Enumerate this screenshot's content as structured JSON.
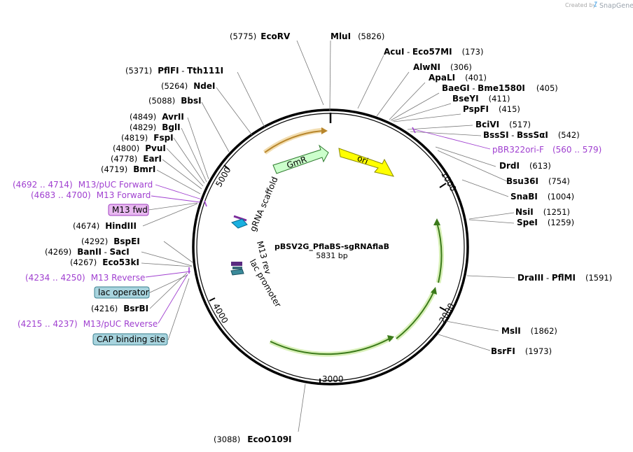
{
  "app": {
    "credit_prefix": "Created by",
    "credit_brand": "SnapGene"
  },
  "plasmid": {
    "name": "pBSV2G_PflaBS-sgRNAflaB",
    "size": "5831 bp"
  },
  "ticks": [
    "1000",
    "2000",
    "3000",
    "4000",
    "5000"
  ],
  "enzymes": [
    {
      "name": "EcoRV",
      "pos": "(5775)"
    },
    {
      "name": "MluI",
      "pos": "(5826)"
    },
    {
      "name": "AcuI",
      "name2": "Eco57MI",
      "pos": "(173)"
    },
    {
      "name": "AlwNI",
      "pos": "(306)"
    },
    {
      "name": "ApaLI",
      "pos": "(401)"
    },
    {
      "name": "BaeGI",
      "name2": "Bme1580I",
      "pos": "(405)"
    },
    {
      "name": "BseYI",
      "pos": "(411)"
    },
    {
      "name": "PspFI",
      "pos": "(415)"
    },
    {
      "name": "BciVI",
      "pos": "(517)"
    },
    {
      "name": "BssSI",
      "name2": "BssSαI",
      "pos": "(542)"
    },
    {
      "name": "DrdI",
      "pos": "(613)"
    },
    {
      "name": "Bsu36I",
      "pos": "(754)"
    },
    {
      "name": "SnaBI",
      "pos": "(1004)"
    },
    {
      "name": "NsiI",
      "pos": "(1251)"
    },
    {
      "name": "SpeI",
      "pos": "(1259)"
    },
    {
      "name": "DraIII",
      "name2": "PflMI",
      "pos": "(1591)"
    },
    {
      "name": "MslI",
      "pos": "(1862)"
    },
    {
      "name": "BsrFI",
      "pos": "(1973)"
    },
    {
      "name": "EcoO109I",
      "pos": "(3088)"
    },
    {
      "name": "PflFI",
      "name2": "Tth111I",
      "pos": "(5371)"
    },
    {
      "name": "NdeI",
      "pos": "(5264)"
    },
    {
      "name": "BbsI",
      "pos": "(5088)"
    },
    {
      "name": "AvrII",
      "pos": "(4849)"
    },
    {
      "name": "BglI",
      "pos": "(4829)"
    },
    {
      "name": "FspI",
      "pos": "(4819)"
    },
    {
      "name": "PvuI",
      "pos": "(4800)"
    },
    {
      "name": "EarI",
      "pos": "(4778)"
    },
    {
      "name": "BmrI",
      "pos": "(4719)"
    },
    {
      "name": "HindIII",
      "pos": "(4674)"
    },
    {
      "name": "BspEI",
      "pos": "(4292)"
    },
    {
      "name": "BanII",
      "name2": "SacI",
      "pos": "(4269)"
    },
    {
      "name": "Eco53kI",
      "pos": "(4267)"
    },
    {
      "name": "BsrBI",
      "pos": "(4216)"
    }
  ],
  "primers": [
    {
      "label": "pBR322ori-F",
      "range": "(560 .. 579)"
    },
    {
      "label": "M13/pUC Forward",
      "range": "(4692 .. 4714)"
    },
    {
      "label": "M13 Forward",
      "range": "(4683 .. 4700)"
    },
    {
      "label": "M13 Reverse",
      "range": "(4234 .. 4250)"
    },
    {
      "label": "M13/pUC Reverse",
      "range": "(4215 .. 4237)"
    }
  ],
  "boxed": [
    {
      "label": "M13 fwd",
      "color": "#e8b8f0",
      "border": "#a040c0"
    },
    {
      "label": "lac operator",
      "color": "#a8d4de",
      "border": "#3a7f8f"
    },
    {
      "label": "CAP binding site",
      "color": "#a8d4de",
      "border": "#3a7f8f"
    }
  ],
  "features": {
    "gmr": "GmR",
    "ori": "ori",
    "grna": "gRNA scaffold",
    "m13rev": "M13 rev",
    "lacprom": "lac promoter"
  },
  "colors": {
    "ori": "#ffff00",
    "gmr": "#ccffcc",
    "primer": "#a040d0",
    "orange_arc": "#d8a040",
    "green_arc": "#9ad04a"
  }
}
